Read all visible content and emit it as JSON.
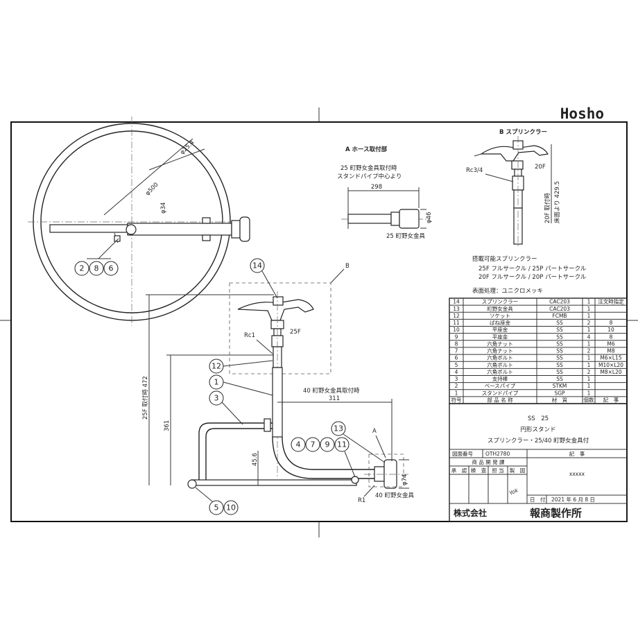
{
  "brand": {
    "logo_text": "Hosho"
  },
  "views": {
    "a_title": "A ホース取付部",
    "b_title": "B スプリンクラー",
    "a_note1": "25 町野女金具取付時",
    "a_note2": "スタンドパイプ中心より",
    "a_dim_298": "298",
    "a_dim_phi46": "φ46",
    "a_label_25fitting": "25 町野女金具",
    "b_rc34": "Rc3/4",
    "b_20f": "20F",
    "b_dim_vertical": "20F 取付時",
    "b_dim_vertical2": "床面より 429.5"
  },
  "plan_view": {
    "dim_phi254": "φ25.4",
    "dim_phi500": "φ500",
    "dim_phi34": "φ34"
  },
  "side_view": {
    "label_b": "B",
    "label_a": "A",
    "rc1": "Rc1",
    "f25": "25F",
    "dim_25f_472": "25F 取付時 472",
    "dim_361": "361",
    "dim_456": "45.6",
    "note_40": "40 町野女金具取付時",
    "dim_311": "311",
    "dim_phi74": "φ74",
    "r1": "R1",
    "label_40fitting": "40 町野女金具"
  },
  "bubbles": {
    "b2": "2",
    "b8": "8",
    "b6": "6",
    "b14": "14",
    "b12": "12",
    "b1": "1",
    "b3": "3",
    "b13": "13",
    "b4": "4",
    "b7": "7",
    "b9": "9",
    "b11": "11",
    "b5": "5",
    "b10": "10"
  },
  "compatible": {
    "title": "搭載可能スプリンクラー",
    "line1": "25F フルサークル / 25P パートサークル",
    "line2": "20F フルサークル / 20P パートサークル",
    "surface": "表面処理：ユニクロメッキ"
  },
  "parts_table": {
    "header": {
      "no": "符号",
      "name": "部 品 名 称",
      "material": "材　質",
      "qty": "個数",
      "note": "記　事"
    },
    "rows": [
      {
        "no": "14",
        "name": "スプリンクラー",
        "material": "CAC203",
        "qty": "1",
        "note": "注文時指定"
      },
      {
        "no": "13",
        "name": "町野女金具",
        "material": "CAC203",
        "qty": "1",
        "note": ""
      },
      {
        "no": "12",
        "name": "ソケット",
        "material": "FCMB",
        "qty": "1",
        "note": ""
      },
      {
        "no": "11",
        "name": "ばね座金",
        "material": "SS",
        "qty": "2",
        "note": "8"
      },
      {
        "no": "10",
        "name": "平座金",
        "material": "SS",
        "qty": "1",
        "note": "10"
      },
      {
        "no": "9",
        "name": "平座金",
        "material": "SS",
        "qty": "4",
        "note": "8"
      },
      {
        "no": "8",
        "name": "六角ナット",
        "material": "SS",
        "qty": "1",
        "note": "M6"
      },
      {
        "no": "7",
        "name": "六角ナット",
        "material": "SS",
        "qty": "2",
        "note": "M8"
      },
      {
        "no": "6",
        "name": "六角ボルト",
        "material": "SS",
        "qty": "1",
        "note": "M6×L15"
      },
      {
        "no": "5",
        "name": "六角ボルト",
        "material": "SS",
        "qty": "1",
        "note": "M10×L20"
      },
      {
        "no": "4",
        "name": "六角ボルト",
        "material": "SS",
        "qty": "2",
        "note": "M8×L20"
      },
      {
        "no": "3",
        "name": "支持棒",
        "material": "SS",
        "qty": "1",
        "note": ""
      },
      {
        "no": "2",
        "name": "ベースパイプ",
        "material": "STKM",
        "qty": "1",
        "note": ""
      },
      {
        "no": "1",
        "name": "スタンドパイプ",
        "material": "SGP",
        "qty": "1",
        "note": ""
      }
    ]
  },
  "title_block": {
    "model": "SS　25",
    "name1": "円形スタンド",
    "name2": "スプリンクラー・25/40 町野女金具付",
    "drawing_no_label": "図面番号",
    "drawing_no": "OTH2780",
    "dev_label": "商 品 開 発 課",
    "notes_label": "記　事",
    "notes_value": "xxxxx",
    "approve": "承　認",
    "inspect": "検　査",
    "person": "担 当",
    "draft": "製　図",
    "signature": "Yok",
    "date_label": "日　付",
    "date_value": "2021 年 6 月 8 日",
    "company_prefix": "株式会社",
    "company_name": "報商製作所"
  }
}
